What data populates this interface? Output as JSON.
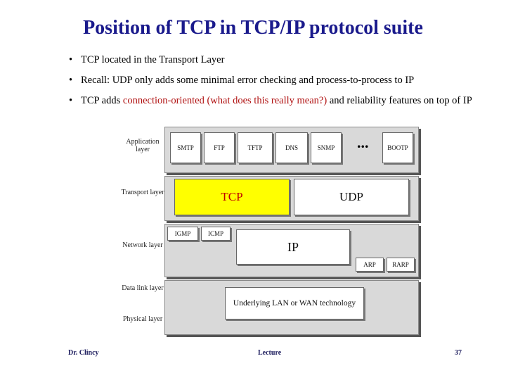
{
  "slide": {
    "title": "Position of TCP in TCP/IP protocol suite",
    "bullets": [
      {
        "marker": "•",
        "text": "TCP located in the Transport Layer"
      },
      {
        "marker": "•",
        "text": "Recall: UDP only adds some minimal error checking and process-to-process to IP"
      },
      {
        "marker": "•",
        "pre": "TCP adds ",
        "highlight": "connection-oriented (what does this really mean?)",
        "post": " and reliability features on top of IP"
      }
    ]
  },
  "diagram": {
    "layer_labels": {
      "application": "Application layer",
      "transport": "Transport layer",
      "network": "Network layer",
      "datalink": "Data link layer",
      "physical": "Physical layer"
    },
    "application_protocols": [
      "SMTP",
      "FTP",
      "TFTP",
      "DNS",
      "SNMP",
      "BOOTP"
    ],
    "ellipsis": "...",
    "transport_protocols": {
      "tcp": "TCP",
      "udp": "UDP"
    },
    "network_protocols": {
      "igmp": "IGMP",
      "icmp": "ICMP",
      "ip": "IP",
      "arp": "ARP",
      "rarp": "RARP"
    },
    "lan_text": "Underlying LAN or WAN technology"
  },
  "footer": {
    "author": "Dr. Clincy",
    "center": "Lecture",
    "page": "37"
  },
  "colors": {
    "title": "#1a1a8c",
    "highlight": "#b01010",
    "tcp_fill": "#ffff00",
    "tcp_text": "#c00000",
    "band": "#d9d9d9"
  }
}
